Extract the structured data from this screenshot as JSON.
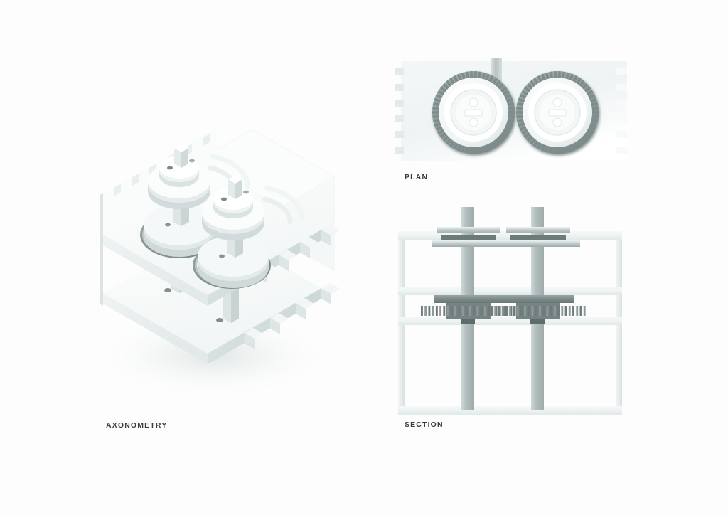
{
  "board": {
    "background_color": "#fdfdfd",
    "label_color": "#3b3b3b"
  },
  "palette": {
    "white": "#ffffff",
    "slab_light": "#f3f6f6",
    "slab_mid": "#e4eaea",
    "slab_shade": "#d4dcdc",
    "gear_gray": "#8d9898",
    "gear_dark": "#6f7c7c",
    "teeth_gray": "#7f8c8c",
    "shaft_gray": "#aab5b5",
    "frame_gray": "#e8eded",
    "ghost": "#f6f9f9",
    "pin_dark": "#55605f",
    "accent_dark": "#4f5a5a"
  },
  "views": {
    "axonometry": {
      "caption": "AXONOMETRY",
      "description": "Isometric exploded view of a two-shaft gear cabinet",
      "shelf_count": 3,
      "shaft_count": 2,
      "disc_stacks": 2,
      "notched_edges": true,
      "notch_count": 6
    },
    "plan": {
      "caption": "PLAN",
      "description": "Top view of two intermeshing spur gears on a notched plate",
      "gear_count": 2,
      "gear_teeth": 58,
      "hub_rings": 2,
      "hub_symbol": "divide-mark",
      "left_notches": 6,
      "right_notches": 6,
      "center_bar": true
    },
    "section": {
      "caption": "SECTION",
      "description": "Front cut view showing frame slabs, two vertical shafts, top plates and meshing gears",
      "shaft_count": 2,
      "slab_count": 4,
      "gear_count": 2,
      "top_plate_count": 2,
      "post_tabs": 3
    }
  },
  "icons": {
    "gear": "gear-icon",
    "shaft": "shaft-icon",
    "slab": "slab-icon",
    "notch": "notch-icon"
  }
}
